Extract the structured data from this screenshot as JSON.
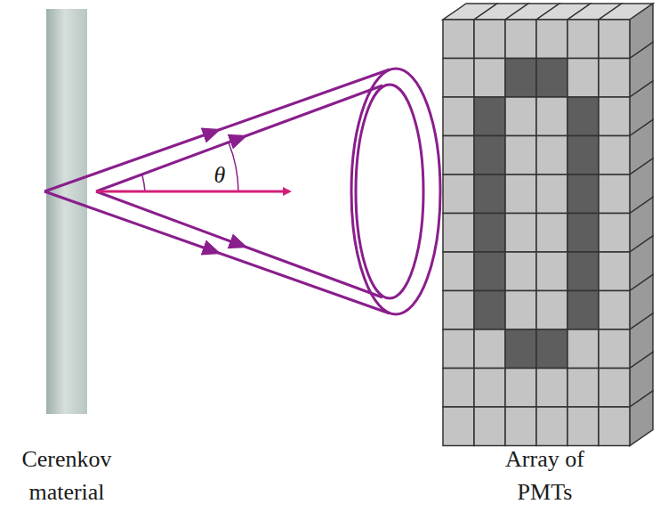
{
  "diagram": {
    "labels": [
      "θ",
      "Cerenkov material",
      "Array of PMTs"
    ]
  }
}
